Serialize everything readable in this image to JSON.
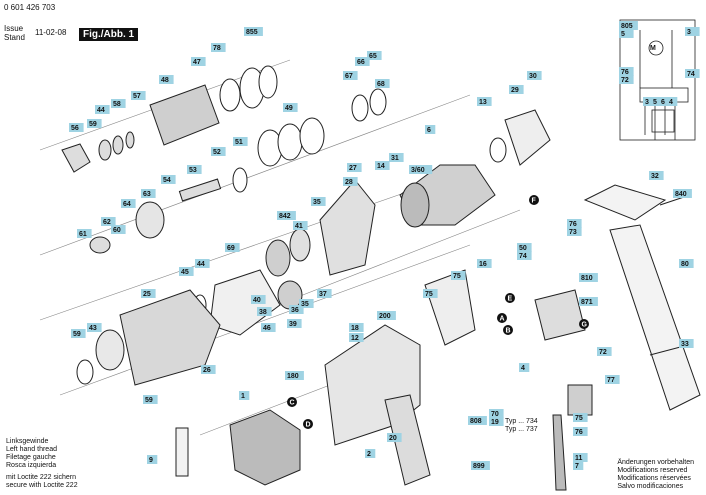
{
  "header": {
    "doc_number": "0 601 426 703",
    "issue_label": "Issue",
    "stand_label": "Stand",
    "date": "11-02-08",
    "figure_label": "Fig./Abb. 1"
  },
  "callouts": [
    "73",
    "75",
    "72",
    "76",
    "72",
    "74",
    "3",
    "5",
    "6",
    "4",
    "855",
    "78",
    "47",
    "48",
    "57",
    "58",
    "44",
    "59",
    "56",
    "67",
    "66",
    "65",
    "68",
    "30",
    "49",
    "51",
    "52",
    "53",
    "54",
    "63",
    "64",
    "62",
    "61",
    "60",
    "29",
    "13",
    "3/60",
    "31",
    "14",
    "27",
    "28",
    "35",
    "842",
    "41",
    "69",
    "45",
    "44",
    "40",
    "59",
    "25",
    "43",
    "59",
    "26",
    "46",
    "38",
    "36",
    "37",
    "35",
    "39",
    "840",
    "32",
    "80",
    "33",
    "50",
    "74",
    "76",
    "73",
    "75",
    "16",
    "75",
    "810",
    "871",
    "72",
    "4",
    "77",
    "18",
    "12",
    "200",
    "180",
    "1",
    "20",
    "2",
    "9",
    "808",
    "899",
    "70",
    "19",
    "75",
    "76",
    "11",
    "7",
    "6",
    "805",
    "5",
    "3"
  ],
  "wire_markers": [
    "A",
    "B",
    "C",
    "D",
    "E",
    "F",
    "G"
  ],
  "typ_notes": [
    "Typ ... 734",
    "Typ ... 737"
  ],
  "legend": {
    "left_thread": [
      "Linksgewinde",
      "Left hand thread",
      "Filetage gauche",
      "Rosca izquierda"
    ],
    "loctite": [
      "mit Loctite 222 sichern",
      "secure with Loctite 222"
    ]
  },
  "notes": [
    "Änderungen vorbehalten",
    "Modifications reserved",
    "Modifications réservées",
    "Salvo modificaciones"
  ]
}
